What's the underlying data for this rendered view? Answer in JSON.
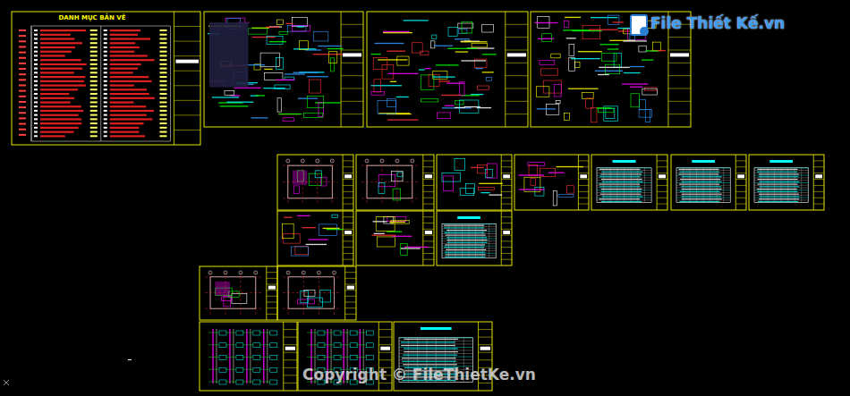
{
  "diagram": {
    "nodes": [
      {
        "text": [
          "DANH MỤC BẢN VẼ"
        ]
      }
    ],
    "labels": [
      "File Thiết Kế.vn",
      "Copyright © FileThietKe.vn"
    ]
  }
}
